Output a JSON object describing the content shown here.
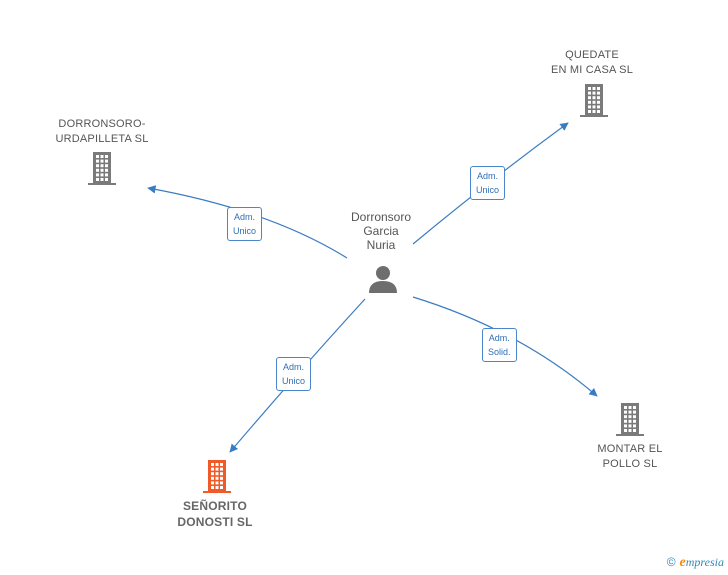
{
  "center": {
    "name_lines": [
      "Dorronsoro",
      "Garcia",
      "Nuria"
    ],
    "icon": "person-icon"
  },
  "nodes": [
    {
      "id": "quedate",
      "lines": [
        "QUEDATE",
        "EN MI CASA SL"
      ],
      "icon": "building-icon",
      "color": "#7a7a7a"
    },
    {
      "id": "dorronsoro",
      "lines": [
        "DORRONSORO-",
        "URDAPILLETA SL"
      ],
      "icon": "building-icon",
      "color": "#7a7a7a"
    },
    {
      "id": "montar",
      "lines": [
        "MONTAR EL",
        "POLLO  SL"
      ],
      "icon": "building-icon",
      "color": "#7a7a7a"
    },
    {
      "id": "senorito",
      "lines": [
        "SEÑORITO",
        "DONOSTI  SL"
      ],
      "icon": "building-icon",
      "color": "#f05a28",
      "highlight": true
    }
  ],
  "edges": [
    {
      "to": "quedate",
      "label_lines": [
        "Adm.",
        "Unico"
      ]
    },
    {
      "to": "dorronsoro",
      "label_lines": [
        "Adm.",
        "Unico"
      ]
    },
    {
      "to": "montar",
      "label_lines": [
        "Adm.",
        "Solid."
      ]
    },
    {
      "to": "senorito",
      "label_lines": [
        "Adm.",
        "Unico"
      ]
    }
  ],
  "colors": {
    "edge": "#3a7cc4",
    "person": "#6e6e6e"
  },
  "brand": {
    "copyright": "©",
    "initial": "e",
    "rest": "mpresia"
  }
}
